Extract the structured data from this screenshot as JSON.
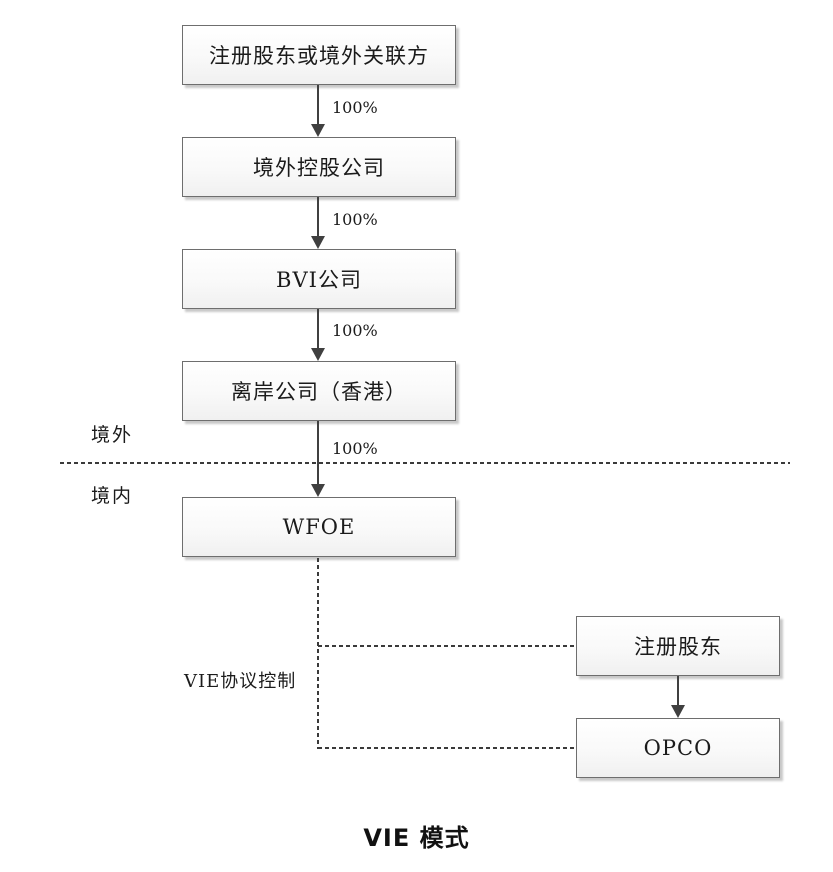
{
  "title": "VIE 模式",
  "regions": {
    "overseas": "境外",
    "domestic": "境内"
  },
  "ownership_chain": {
    "box1": "注册股东或境外关联方",
    "box2": "境外控股公司",
    "box3": "BVI公司",
    "box4": "离岸公司（香港）",
    "box5": "WFOE",
    "pct1": "100%",
    "pct2": "100%",
    "pct3": "100%",
    "pct4": "100%"
  },
  "vie_structure": {
    "control_label": "VIE协议控制",
    "shareholder_box": "注册股东",
    "opco_box": "OPCO"
  },
  "colors": {
    "line": "#404040",
    "box_border": "#6e6e6e",
    "box_shadow": "#c9c9c9"
  }
}
